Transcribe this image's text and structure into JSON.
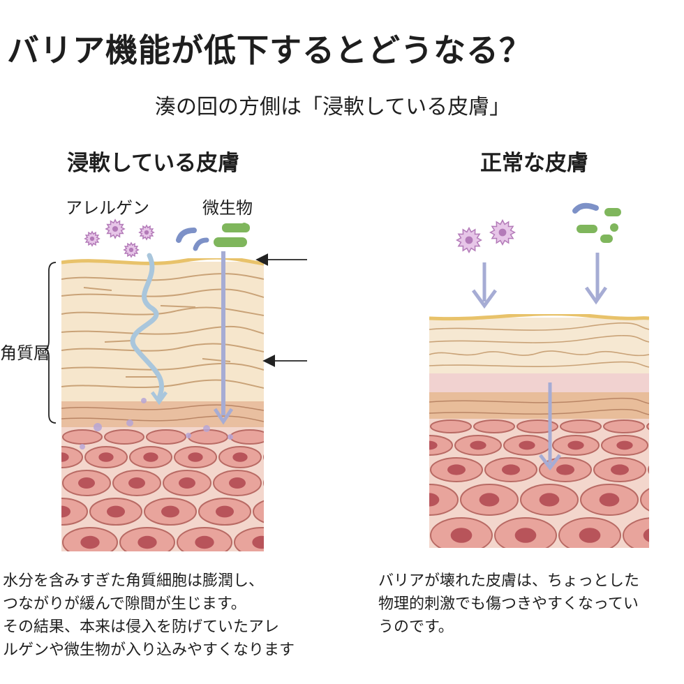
{
  "title": "バリア機能が低下するとどうなる？",
  "subtitle": "湊の回の方側は「浸軟している皮膚」",
  "left_panel": {
    "heading": "浸軟している皮膚",
    "label_allergen": "アレルゲン",
    "label_microbe": "微生物",
    "label_layer": "角質層",
    "caption_lines": [
      "水分を含みすぎた角質細胞は膨潤し、",
      "つながりが緩んで隙間が生じます。",
      "その結果、本来は侵入を防げていたアレ",
      "ルゲンや微生物が入り込みやすくなります"
    ]
  },
  "right_panel": {
    "heading": "正常な皮膚",
    "caption_lines": [
      "バリアが壊れた皮膚は、ちょっとした",
      "物理的刺激でも傷つきやすくなってい",
      "うのです。"
    ]
  },
  "colors": {
    "cell_fill": "#e8a49c",
    "cell_stroke": "#b86a64",
    "nucleus": "#b8545a",
    "stratum": "#f6e6cc",
    "stratum_line": "#c9a277",
    "surface": "#e8c26a",
    "arrow_blue": "#a9c6dc",
    "arrow_lilac": "#a6acd4",
    "allergen": "#b37ab8",
    "microbe_green": "#7fb65c",
    "microbe_blue": "#7d91c7"
  }
}
